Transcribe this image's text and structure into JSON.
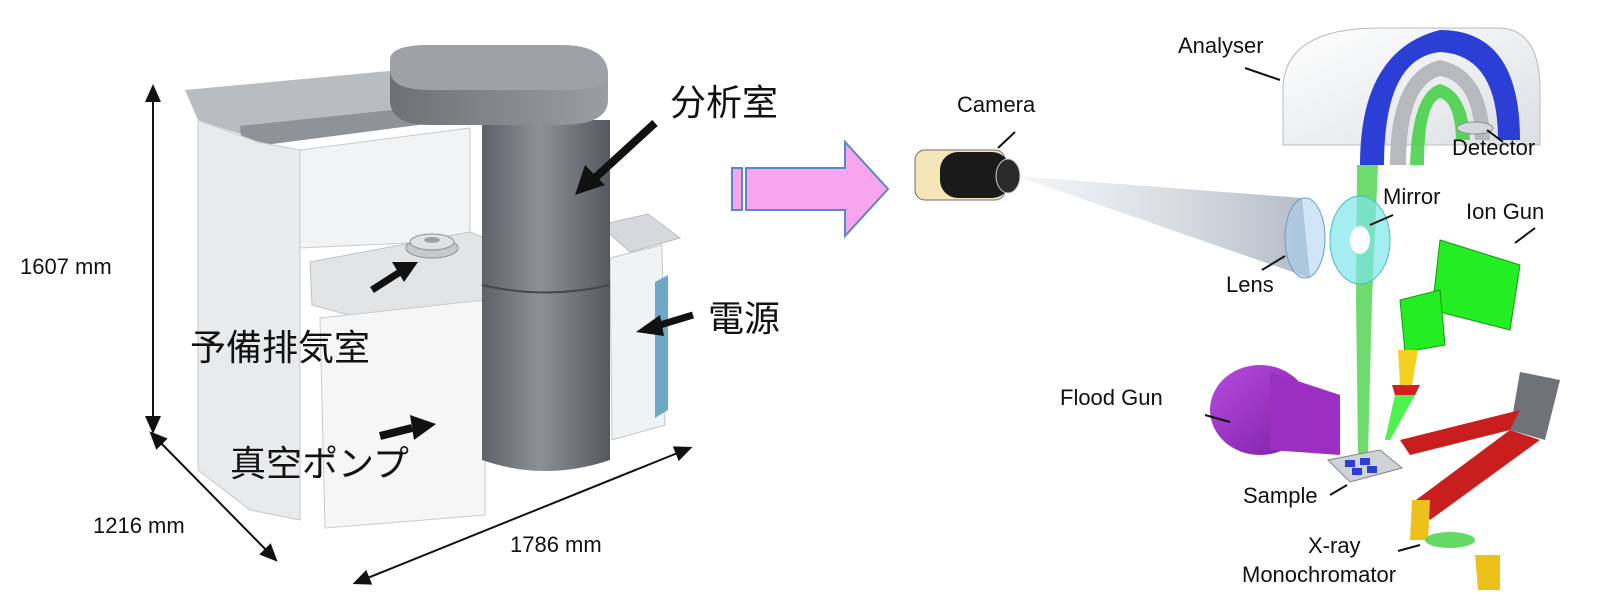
{
  "machine": {
    "labels": {
      "analysis_chamber": "分析室",
      "load_lock": "予備排気室",
      "power_supply": "電源",
      "vacuum_pump": "真空ポンプ"
    },
    "dimensions": {
      "height": "1607 mm",
      "depth": "1216 mm",
      "width": "1786 mm"
    }
  },
  "schematic": {
    "labels": {
      "analyser": "Analyser",
      "camera": "Camera",
      "detector": "Detector",
      "mirror": "Mirror",
      "ion_gun": "Ion Gun",
      "lens": "Lens",
      "flood_gun": "Flood Gun",
      "sample": "Sample",
      "xray": "X-ray",
      "monochromator": "Monochromator"
    }
  },
  "colors": {
    "arrow_fill": "#f7a6ee",
    "arrow_stroke": "#5b86c4",
    "analyser_blue": "#2b3fd6",
    "beam_green": "#3fcf3f",
    "ion_gun_green": "#22ee22",
    "flood_gun_purple": "#9b2fc2",
    "xray_red": "#c81e1e",
    "mono_yellow": "#ecc21a",
    "chamber_grey": "#7c8086"
  }
}
